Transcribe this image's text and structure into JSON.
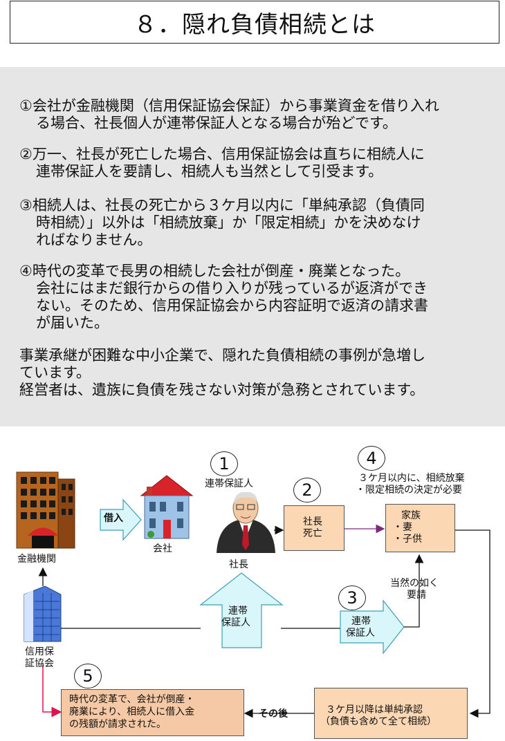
{
  "title": "８．隠れ負債相続とは",
  "paragraphs": [
    {
      "head": "①会社が金融機関（信用保証協会保証）から事業資金を借り入れ",
      "cont": [
        "る場合、社長個人が連帯保証人となる場合が殆どです。"
      ]
    },
    {
      "head": "②万一、社長が死亡した場合、信用保証協会は直ちに相続人に",
      "cont": [
        "連帯保証人を要請し、相続人も当然として引受ます。"
      ]
    },
    {
      "head": "③相続人は、社長の死亡から３ケ月以内に「単純承認（負債同",
      "cont": [
        "時相続）」以外は「相続放棄」か「限定相続」かを決めなけ",
        "ればなりません。"
      ]
    },
    {
      "head": "④時代の変革で長男の相続した会社が倒産・廃業となった。",
      "cont": [
        "会社にはまだ銀行からの借り入りが残っているが返済ができ",
        "ない。そのため、信用保証協会から内容証明で返済の請求書",
        "が届いた。"
      ]
    }
  ],
  "summary": [
    "事業承継が困難な中小企業で、隠れた負債相続の事例が急増し",
    "ています。",
    "経営者は、遺族に負債を残さない対策が急務とされています。"
  ],
  "diagram": {
    "circles": [
      "1",
      "2",
      "3",
      "4",
      "5"
    ],
    "bank_label": "金融機関",
    "guarantee_label_1": "信用保",
    "guarantee_label_2": "証協会",
    "company_label": "会社",
    "president_label": "社長",
    "joint_guarantor_top": "連帯保証人",
    "borrow_arrow": "借入",
    "up_arrow_1": "連帯",
    "up_arrow_2": "保証人",
    "right_arrow_1": "連帯",
    "right_arrow_2": "保証人",
    "death_1": "社長",
    "death_2": "死亡",
    "family_1": "家族",
    "family_2": "・妻",
    "family_3": "・子供",
    "note4_1": "３ケ月以内に、相続放棄",
    "note4_2": "・限定相続の決定が必要",
    "request_1": "当然の如く",
    "request_2": "要請",
    "after3_1": "３ケ月以降は単純承認",
    "after3_2": "（負債も含めて全て相続）",
    "after_label": "その後",
    "result_1": "時代の変革で、会社が倒産・",
    "result_2": "廃業により、相続人に借入金",
    "result_3": "の残額が請求された。",
    "colors": {
      "accent_red": "#e0144c",
      "arrow_fill": "#d9f7fb",
      "arrow_stroke": "#3b9fb5",
      "box_peach": "#fbd7b4",
      "purple_line": "#7a2a7a"
    }
  }
}
